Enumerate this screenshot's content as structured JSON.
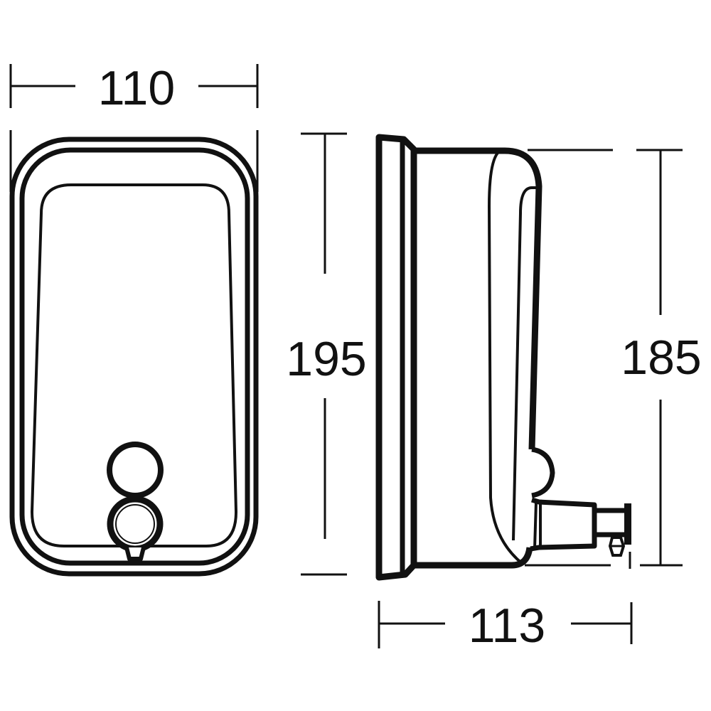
{
  "drawing": {
    "subject": "Wall-mounted soap dispenser",
    "views": [
      "front-view",
      "side-view"
    ],
    "units": "mm",
    "line_color": "#111111",
    "background": "#ffffff"
  },
  "dimensions": {
    "front_width": {
      "label": "110",
      "value": 110,
      "orientation": "horizontal",
      "view": "front"
    },
    "front_height": {
      "label": "195",
      "value": 195,
      "orientation": "vertical",
      "view": "front/side back plate"
    },
    "side_depth": {
      "label": "113",
      "value": 113,
      "orientation": "horizontal",
      "view": "side"
    },
    "side_height": {
      "label": "185",
      "value": 185,
      "orientation": "vertical",
      "view": "side body"
    }
  },
  "components": {
    "front": [
      "outer-frame",
      "inner-frame",
      "window-panel",
      "upper-button-ring",
      "push-button",
      "nozzle-tip"
    ],
    "side": [
      "wall-plate",
      "body",
      "front-cover",
      "inner-curve",
      "push-button-bulge",
      "pump-housing",
      "nozzle"
    ]
  }
}
